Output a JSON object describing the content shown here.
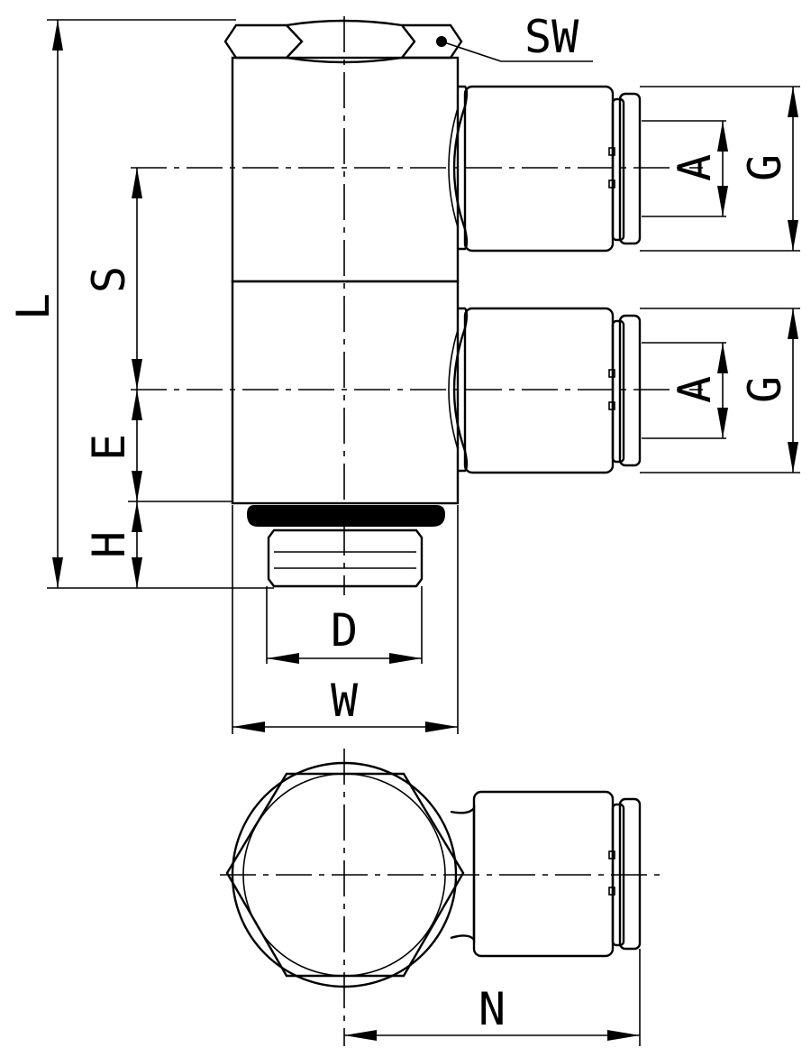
{
  "labels": {
    "sw": "SW",
    "l": "L",
    "s": "S",
    "e": "E",
    "h": "H",
    "a_upper": "A",
    "g_upper": "G",
    "a_lower": "A",
    "g_lower": "G",
    "d": "D",
    "w": "W",
    "n": "N"
  },
  "colors": {
    "line": "#000000",
    "background": "#ffffff",
    "oring": "#000000"
  }
}
